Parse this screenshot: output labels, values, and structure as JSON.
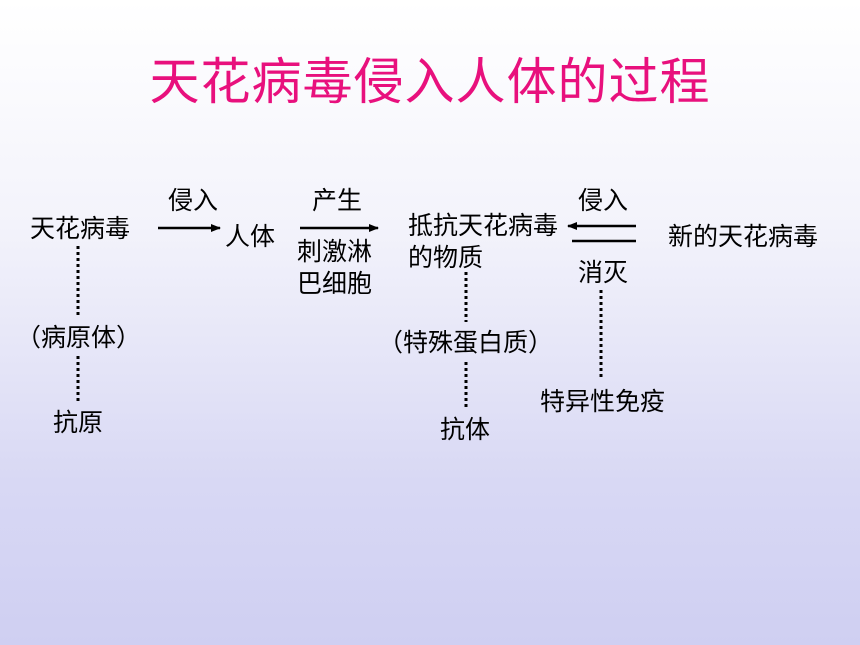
{
  "title": "天花病毒侵入人体的过程",
  "nodes": {
    "virus": "天花病毒",
    "invade1": "侵入",
    "human": "人体",
    "produce": "产生",
    "stimulate": "刺激淋巴细胞",
    "resist": "抵抗天花病毒的物质",
    "invade2": "侵入",
    "new_virus": "新的天花病毒",
    "destroy": "消灭",
    "pathogen": "（病原体）",
    "antigen": "抗原",
    "special_protein": "（特殊蛋白质）",
    "antibody": "抗体",
    "specific_immunity": "特异性免疫"
  },
  "colors": {
    "title": "#e8107d",
    "text": "#000000"
  }
}
